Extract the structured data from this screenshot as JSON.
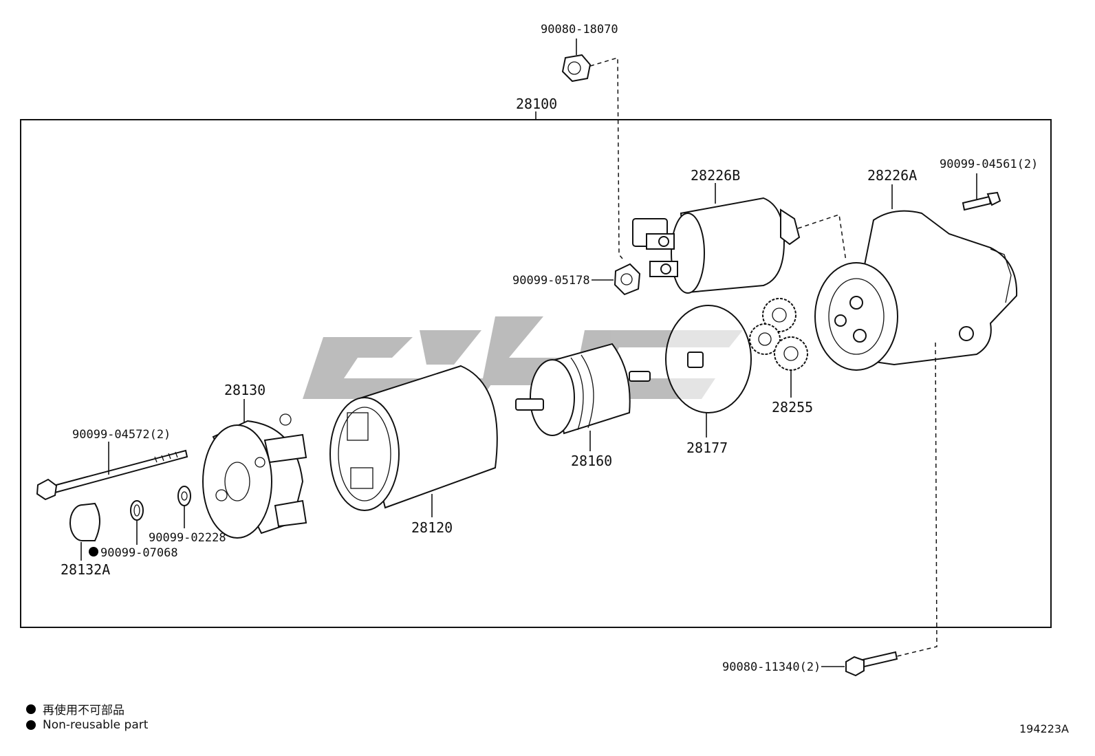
{
  "parts": {
    "p_90080_18070": "90080-18070",
    "p_28100": "28100",
    "p_28226B": "28226B",
    "p_28226A": "28226A",
    "p_90099_04561": "90099-04561(2)",
    "p_90099_05178": "90099-05178",
    "p_28130": "28130",
    "p_90099_04572": "90099-04572(2)",
    "p_28160": "28160",
    "p_28177": "28177",
    "p_28255": "28255",
    "p_28120": "28120",
    "p_90099_02228": "90099-02228",
    "p_90099_07068": "90099-07068",
    "p_28132A": "28132A",
    "p_90080_11340": "90080-11340(2)"
  },
  "legend": {
    "jp": "再使用不可部品",
    "en": "Non-reusable part"
  },
  "diagram_id": "194223A",
  "colors": {
    "ink": "#111111",
    "watermark": "#b0b0b0",
    "background": "#ffffff"
  }
}
